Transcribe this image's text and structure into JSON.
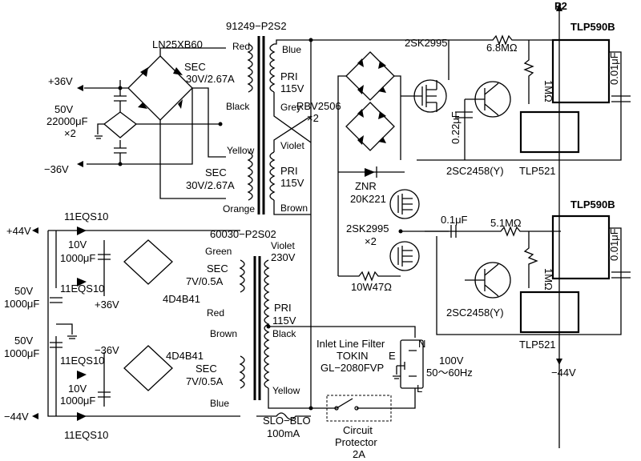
{
  "title": "P2",
  "transformer1": {
    "name": "91249−P2S2",
    "sec_top": "SEC",
    "sec_top_rating": "30V/2.67A",
    "sec_bot": "SEC",
    "sec_bot_rating": "30V/2.67A",
    "pri_top": "PRI",
    "pri_top_v": "115V",
    "pri_bot": "PRI",
    "pri_bot_v": "115V",
    "w_red": "Red",
    "w_black": "Black",
    "w_yellow": "Yellow",
    "w_orange": "Orange",
    "w_blue": "Blue",
    "w_grey": "Grey",
    "w_violet": "Violet",
    "w_brown": "Brown"
  },
  "bridge1": "LN25XB60",
  "supply36": {
    "pos": "+36V",
    "neg": "−36V",
    "cap_v": "50V",
    "cap_c": "22000μF",
    "cap_n": "×2"
  },
  "transformer2": {
    "name": "60030−P2S02",
    "w_violet": "Violet",
    "pri_v": "230V",
    "pri": "PRI",
    "pri115": "115V",
    "w_black": "Black",
    "w_yellow": "Yellow",
    "w_green": "Green",
    "w_red": "Red",
    "w_brown": "Brown",
    "w_blue": "Blue",
    "sec1": "SEC",
    "sec1_r": "7V/0.5A",
    "sec2": "SEC",
    "sec2_r": "7V/0.5A"
  },
  "supply44": {
    "pos": "+44V",
    "neg": "−44V",
    "diode": "11EQS10",
    "cap10": "10V",
    "cap1000": "1000μF",
    "cap50": "50V",
    "in36": "+36V",
    "in36n": "−36V",
    "bridge": "4D4B41"
  },
  "mains": {
    "filter_title": "Inlet Line Filter",
    "filter_mfr": "TOKIN",
    "filter_part": "GL−2080FVP",
    "v": "100V",
    "f": "50〜60Hz",
    "N": "N",
    "E": "E",
    "L": "L",
    "fuse": "SLO−BLO",
    "fuse_r": "100mA",
    "cp1": "Circuit",
    "cp2": "Protector",
    "cp3": "2A"
  },
  "hv": {
    "fet_top": "2SK2995",
    "bridge": "RBV2506",
    "bridge_n": "×2",
    "znr": "ZNR",
    "znr_p": "20K221",
    "fet_bot": "2SK2995",
    "fet_bot_n": "×2",
    "res": "10W47Ω",
    "cap022": "0.22μF",
    "tr_top": "2SC2458(Y)",
    "tr_bot": "2SC2458(Y)",
    "r68": "6.8MΩ",
    "r51": "5.1MΩ",
    "r1m_top": "1MΩ",
    "r1m_bot": "1MΩ",
    "c01": "0.1μF",
    "c001_top": "0.01μF",
    "c001_bot": "0.01μF",
    "tlp590_top": "TLP590B",
    "tlp590_bot": "TLP590B",
    "tlp521_top": "TLP521",
    "tlp521_bot": "TLP521",
    "out_neg": "−44V"
  }
}
